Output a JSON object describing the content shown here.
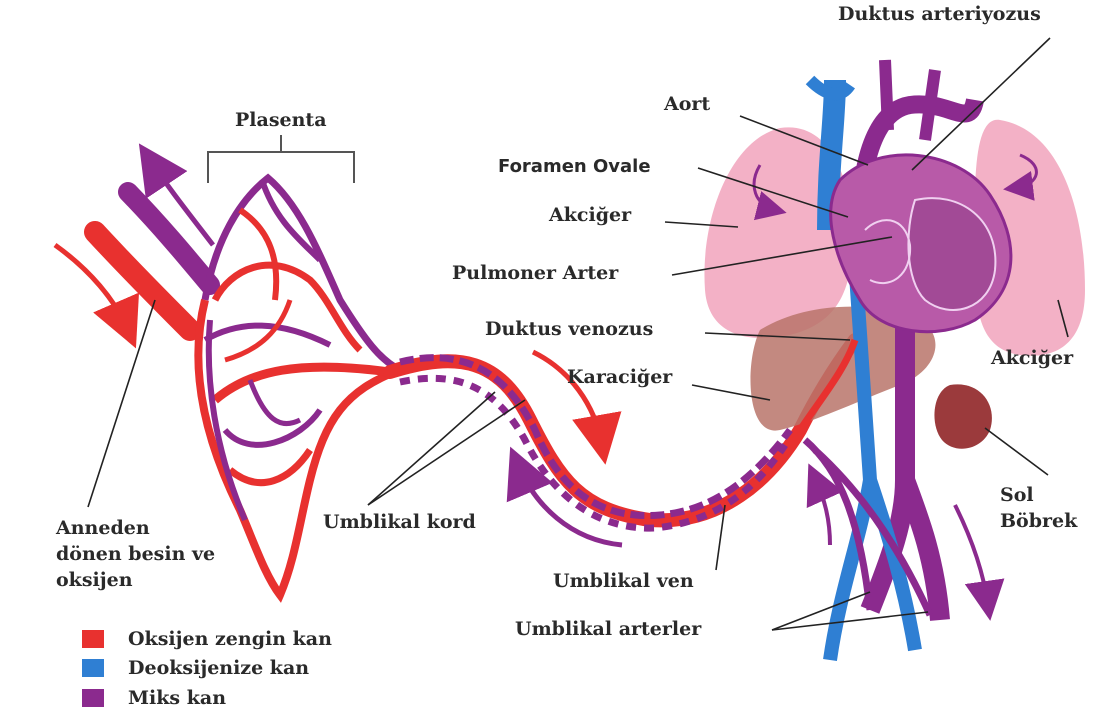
{
  "labels": {
    "duktus_arteriyozus": "Duktus arteriyozus",
    "aort": "Aort",
    "foramen_ovale": "Foramen Ovale",
    "akciger_left": "Akciğer",
    "pulmoner_arter": "Pulmoner Arter",
    "duktus_venozus": "Duktus venozus",
    "karaciger": "Karaciğer",
    "akciger_right": "Akciğer",
    "sol_bobrek_line1": "Sol",
    "sol_bobrek_line2": "Böbrek",
    "plasenta": "Plasenta",
    "anneden_line1": "Anneden",
    "anneden_line2": "dönen besin ve",
    "anneden_line3": "oksijen",
    "umblikal_kord": "Umblikal kord",
    "umblikal_ven": "Umblikal ven",
    "umblikal_arterler": "Umblikal arterler"
  },
  "legend": [
    {
      "label": "Oksijen zengin kan",
      "color": "#e8312f"
    },
    {
      "label": "Deoksijenize kan",
      "color": "#2f7fd3"
    },
    {
      "label": "Miks kan",
      "color": "#8b2a8e"
    }
  ],
  "colors": {
    "oxygen_rich": "#e8312f",
    "deoxygenated": "#2f7fd3",
    "mixed": "#8b2a8e",
    "lung": "#f2a9c0",
    "liver": "#b9746a",
    "kidney": "#9b3a3c",
    "heart": "#b85aa8"
  }
}
